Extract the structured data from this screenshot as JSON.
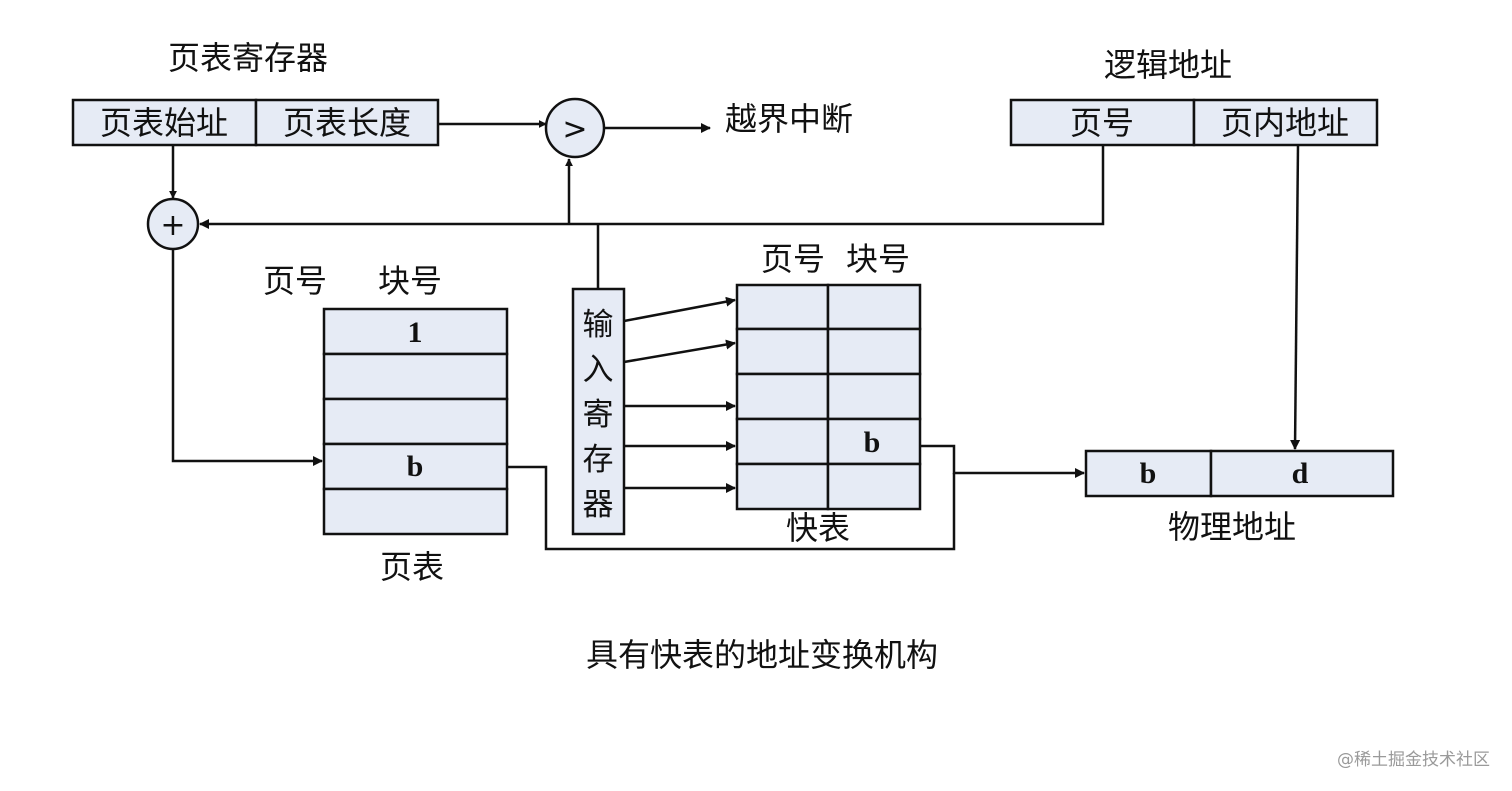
{
  "page_table_register": {
    "title": "页表寄存器",
    "start_field": "页表始址",
    "length_field": "页表长度"
  },
  "comparator": {
    "symbol": ">",
    "output_label": "越界中断"
  },
  "adder": {
    "symbol": "+"
  },
  "logical_address": {
    "title": "逻辑地址",
    "page_field": "页号",
    "offset_field": "页内地址"
  },
  "page_table": {
    "header_page": "页号",
    "header_block": "块号",
    "rows": [
      "1",
      "",
      "",
      "b",
      ""
    ],
    "caption": "页表"
  },
  "input_register": {
    "chars": [
      "输",
      "入",
      "寄",
      "存",
      "器"
    ]
  },
  "tlb": {
    "header_page": "页号",
    "header_block": "块号",
    "rows": [
      [
        "",
        ""
      ],
      [
        "",
        ""
      ],
      [
        "",
        ""
      ],
      [
        "",
        "b"
      ],
      [
        "",
        ""
      ]
    ],
    "caption": "快表"
  },
  "physical_address": {
    "block_field": "b",
    "offset_field": "d",
    "caption": "物理地址"
  },
  "figure_caption": "具有快表的地址变换机构",
  "watermark": "@稀土掘金技术社区"
}
